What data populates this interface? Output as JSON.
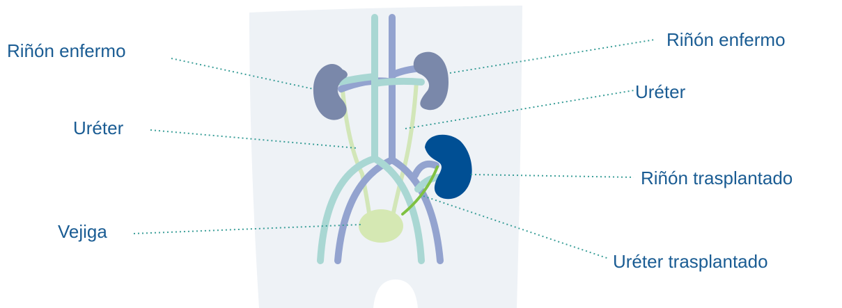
{
  "labels": {
    "left_kidney": "Riñón enfermo",
    "right_kidney": "Riñón enfermo",
    "left_ureter": "Uréter",
    "right_ureter": "Uréter",
    "bladder": "Vejiga",
    "transplanted_kidney": "Riñón trasplantado",
    "transplanted_ureter": "Uréter trasplantado"
  },
  "colors": {
    "label_text": "#1a5c93",
    "body_silhouette": "#eef2f6",
    "diseased_kidney": "#7a88aa",
    "transplanted_kidney": "#004f94",
    "artery": "#a9d7d3",
    "vein": "#93a3cf",
    "native_ureter": "#d2e6b8",
    "transplanted_ureter": "#7fc142",
    "bladder": "#d5e8b3",
    "leader_line": "#3a9e98"
  }
}
